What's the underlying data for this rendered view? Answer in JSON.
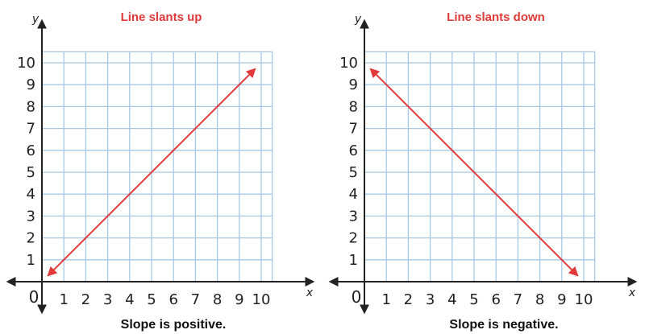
{
  "chart_data": [
    {
      "type": "line",
      "title": "Line slants up",
      "caption": "Slope is positive.",
      "xlabel": "x",
      "ylabel": "y",
      "origin_label": "0",
      "xlim": [
        0,
        10.5
      ],
      "ylim": [
        0,
        10.5
      ],
      "x_ticks": [
        "1",
        "2",
        "3",
        "4",
        "5",
        "6",
        "7",
        "8",
        "9",
        "10"
      ],
      "y_ticks": [
        "1",
        "2",
        "3",
        "4",
        "5",
        "6",
        "7",
        "8",
        "9",
        "10"
      ],
      "grid": true,
      "line": {
        "x": [
          0.3,
          9.7
        ],
        "y": [
          0.3,
          9.7
        ],
        "arrows": "both"
      },
      "colors": {
        "line": "#e03a3a",
        "grid": "#a8c8e4",
        "title": "#e03a3a"
      }
    },
    {
      "type": "line",
      "title": "Line slants down",
      "caption": "Slope is negative.",
      "xlabel": "x",
      "ylabel": "y",
      "origin_label": "0",
      "xlim": [
        0,
        10.5
      ],
      "ylim": [
        0,
        10.5
      ],
      "x_ticks": [
        "1",
        "2",
        "3",
        "4",
        "5",
        "6",
        "7",
        "8",
        "9",
        "10"
      ],
      "y_ticks": [
        "1",
        "2",
        "3",
        "4",
        "5",
        "6",
        "7",
        "8",
        "9",
        "10"
      ],
      "grid": true,
      "line": {
        "x": [
          0.3,
          9.7
        ],
        "y": [
          9.7,
          0.3
        ],
        "arrows": "both"
      },
      "colors": {
        "line": "#e03a3a",
        "grid": "#a8c8e4",
        "title": "#e03a3a"
      }
    }
  ]
}
